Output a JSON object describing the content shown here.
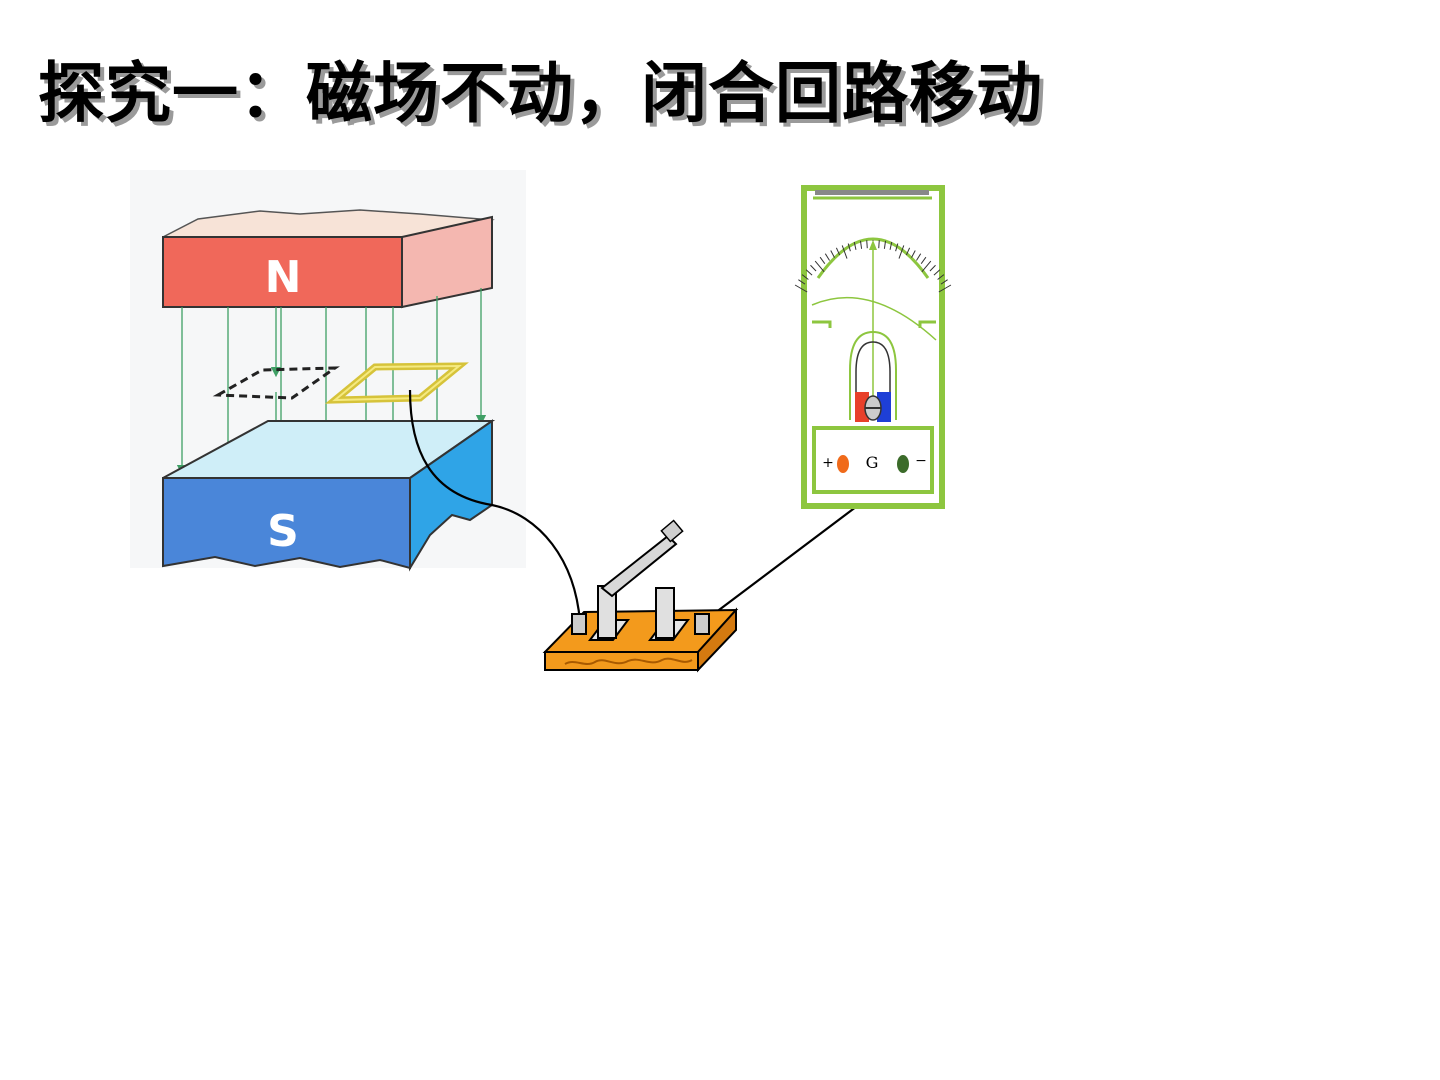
{
  "title": "探究一：磁场不动，闭合回路移动",
  "magnet": {
    "north_label": "N",
    "south_label": "S",
    "north_color": "#f0685a",
    "south_color": "#4a86d9"
  },
  "galvanometer": {
    "label": "G",
    "plus_label": "+",
    "minus_label": "−",
    "frame_color": "#8dc63f"
  },
  "switch": {
    "base_color": "#f39a1c"
  },
  "icons": [
    "magnet-icon",
    "coil-loop-icon",
    "knife-switch-icon",
    "galvanometer-icon"
  ]
}
